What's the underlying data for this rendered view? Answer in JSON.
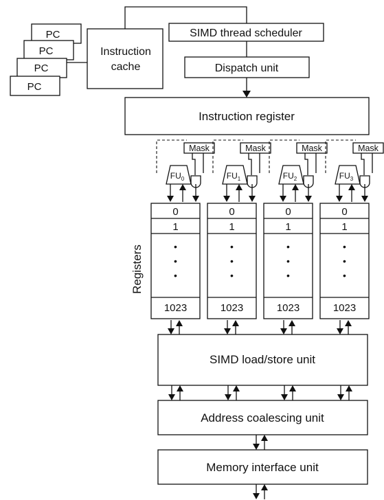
{
  "diagram": {
    "pc_stack": {
      "labels": [
        "PC",
        "PC",
        "PC",
        "PC"
      ]
    },
    "instruction_cache": {
      "line1": "Instruction",
      "line2": "cache"
    },
    "simd_thread_scheduler": "SIMD thread scheduler",
    "dispatch_unit": "Dispatch unit",
    "instruction_register": "Instruction register",
    "lanes": [
      {
        "fu_prefix": "FU",
        "fu_index": "0",
        "mask": "Mask",
        "registers": [
          "0",
          "1",
          "1023"
        ]
      },
      {
        "fu_prefix": "FU",
        "fu_index": "1",
        "mask": "Mask",
        "registers": [
          "0",
          "1",
          "1023"
        ]
      },
      {
        "fu_prefix": "FU",
        "fu_index": "2",
        "mask": "Mask",
        "registers": [
          "0",
          "1",
          "1023"
        ]
      },
      {
        "fu_prefix": "FU",
        "fu_index": "3",
        "mask": "Mask",
        "registers": [
          "0",
          "1",
          "1023"
        ]
      }
    ],
    "register_ellipsis": "•",
    "registers_label": "Registers",
    "load_store_unit": "SIMD load/store unit",
    "address_coalescing_unit": "Address coalescing unit",
    "memory_interface_unit": "Memory interface unit"
  }
}
